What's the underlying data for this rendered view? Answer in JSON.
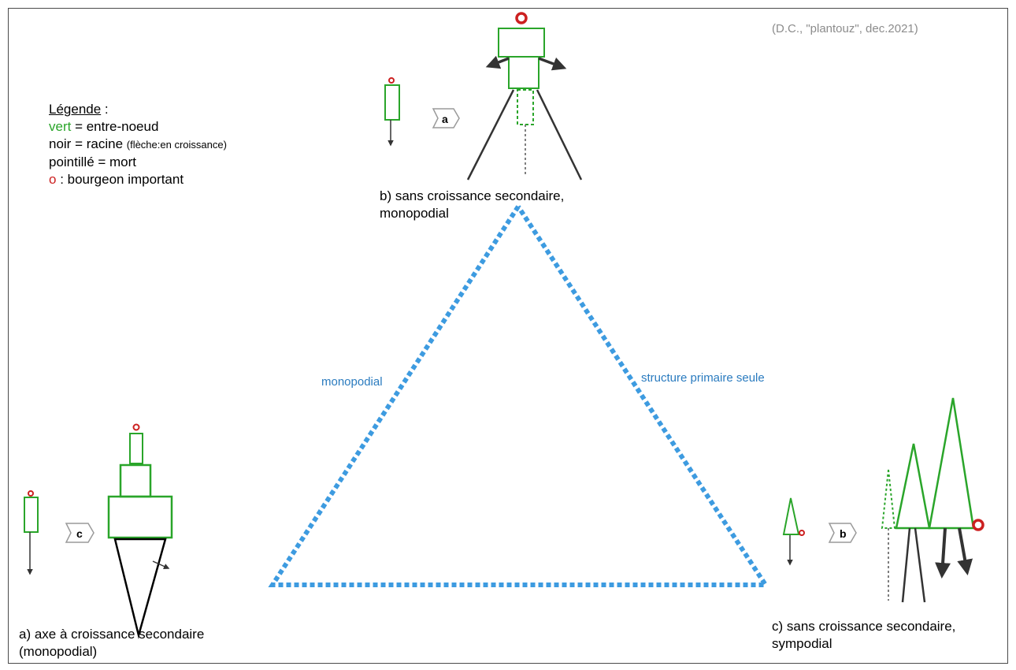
{
  "credit": "(D.C., \"plantouz\", dec.2021)",
  "legend": {
    "title": "Légende",
    "title_suffix": " :",
    "green_word": "vert",
    "green_rest": " = entre-noeud",
    "black_line": "noir = racine ",
    "black_small": "(flèche:en croissance)",
    "dotted_line": "pointillé = mort",
    "bud_symbol": "o",
    "bud_rest": " : bourgeon important"
  },
  "nodes": {
    "a": {
      "line1": "a) axe à croissance secondaire",
      "line2": "(monopodial)",
      "tag": "c"
    },
    "b": {
      "line1": "b) sans croissance secondaire,",
      "line2": "monopodial",
      "tag": "a"
    },
    "c": {
      "line1": "c) sans croissance secondaire,",
      "line2": "sympodial",
      "tag": "b"
    }
  },
  "edges": {
    "left": "monopodial",
    "right": "structure primaire seule"
  },
  "colors": {
    "internode": "#2aa52a",
    "root": "#333333",
    "bud": "#cc2020",
    "triangle": "#3d9be0",
    "tag_border": "#9a9a9a"
  }
}
